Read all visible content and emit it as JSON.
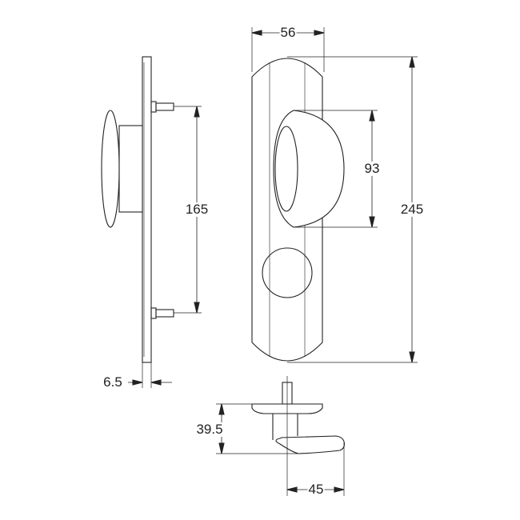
{
  "drawing": {
    "dimensions": {
      "width": "56",
      "total_height": "245",
      "cup_height": "93",
      "screw_spacing": "165",
      "plate_thickness": "6.5",
      "handle_projection": "39.5",
      "handle_offset": "45"
    },
    "colors": {
      "line": "#222222",
      "background": "#ffffff"
    }
  }
}
